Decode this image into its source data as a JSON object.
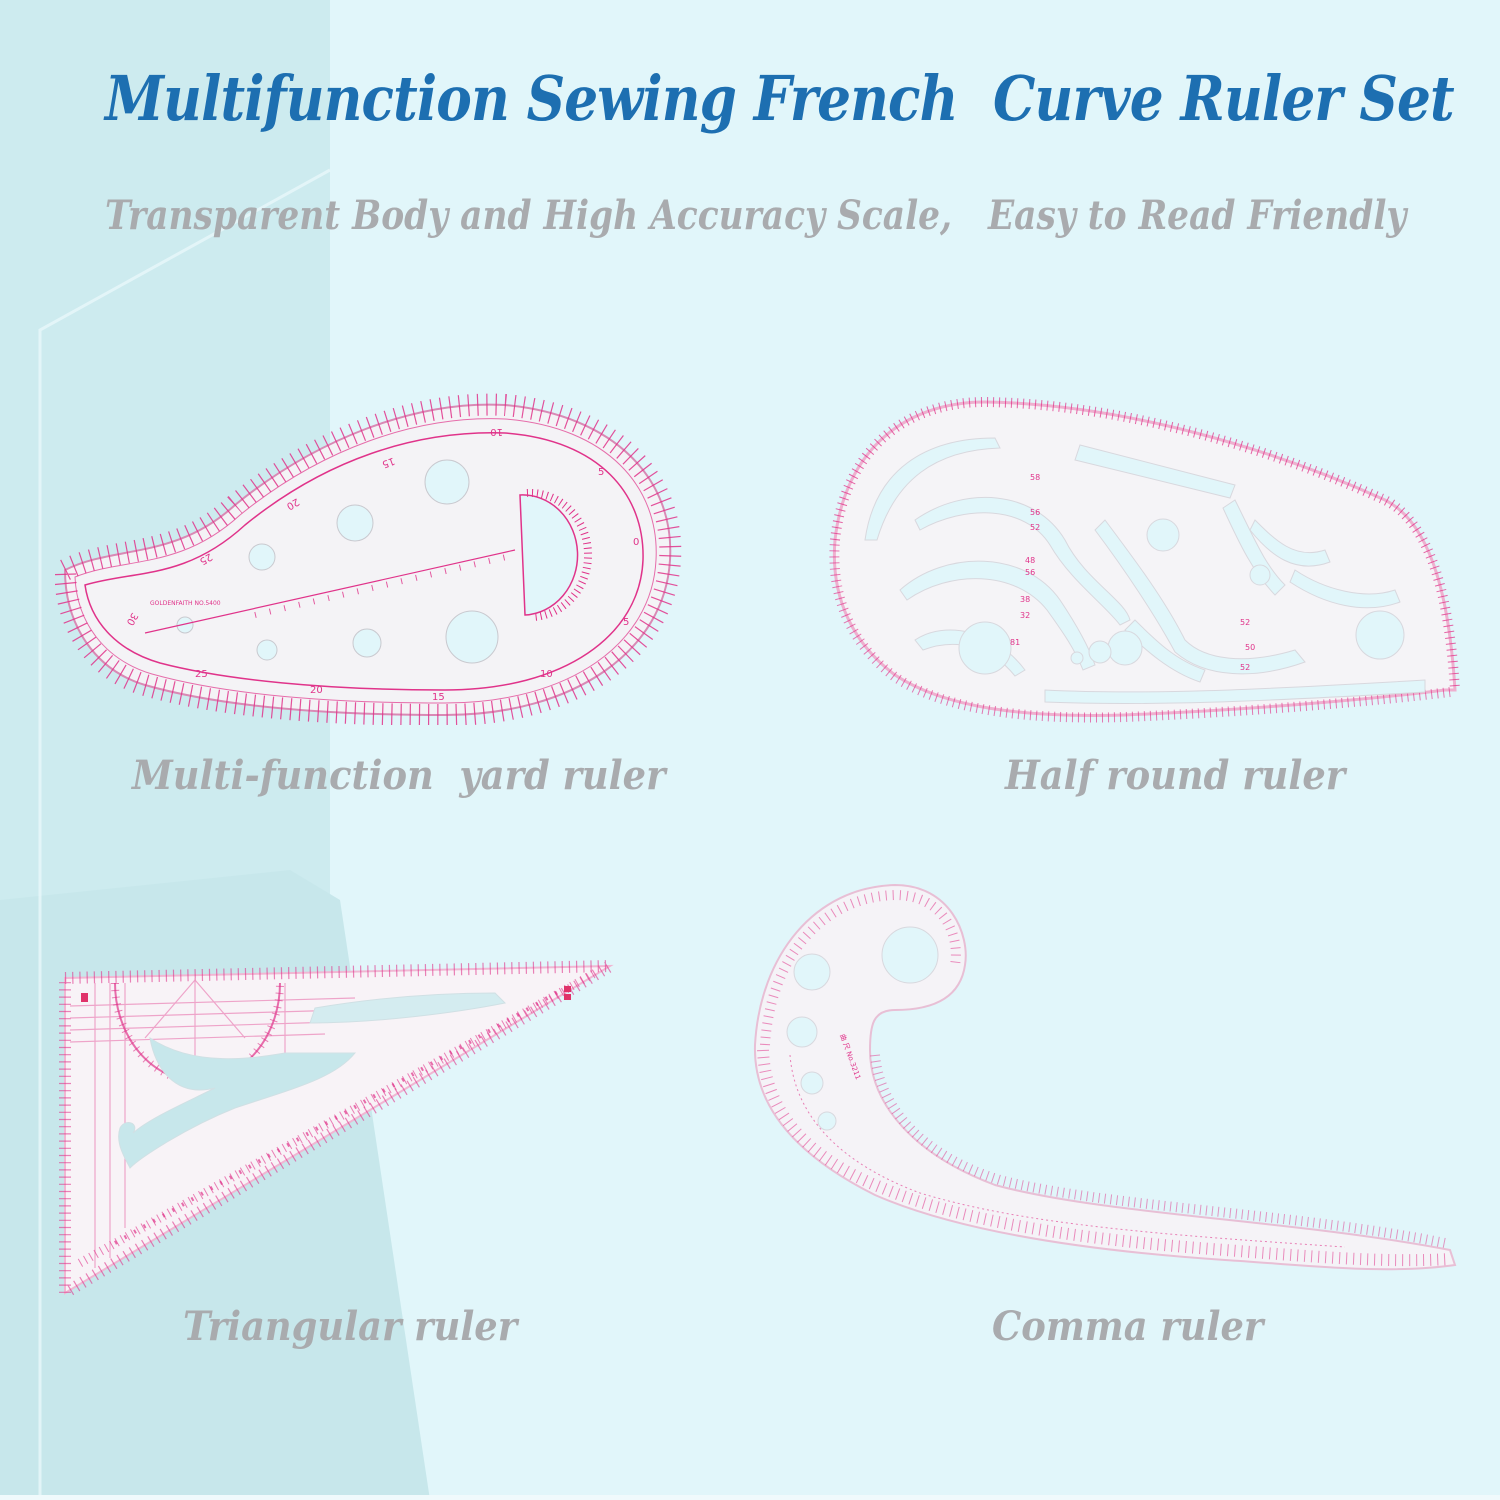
{
  "header": {
    "title": "Multifunction Sewing French  Curve Ruler Set",
    "subtitle": "Transparent Body and High Accuracy Scale,   Easy to Read Friendly"
  },
  "products": [
    {
      "name": "Multi-function  yard ruler",
      "shape": "teardrop",
      "scale_labels_outer": [
        "5",
        "10",
        "15",
        "20",
        "25",
        "30"
      ],
      "scale_labels_inner": [
        "0",
        "5",
        "10",
        "15",
        "20",
        "25"
      ]
    },
    {
      "name": "Half round ruler",
      "shape": "half-round"
    },
    {
      "name": "Triangular ruler",
      "shape": "triangle"
    },
    {
      "name": "Comma ruler",
      "shape": "comma"
    }
  ],
  "colors": {
    "title": "#1d6fb1",
    "caption": "#a9abae",
    "background": "#e1f6fa",
    "background_band": "#c9e9ed",
    "ruler_body": "#f4f3f6",
    "ruler_marking": "#e0338a"
  }
}
